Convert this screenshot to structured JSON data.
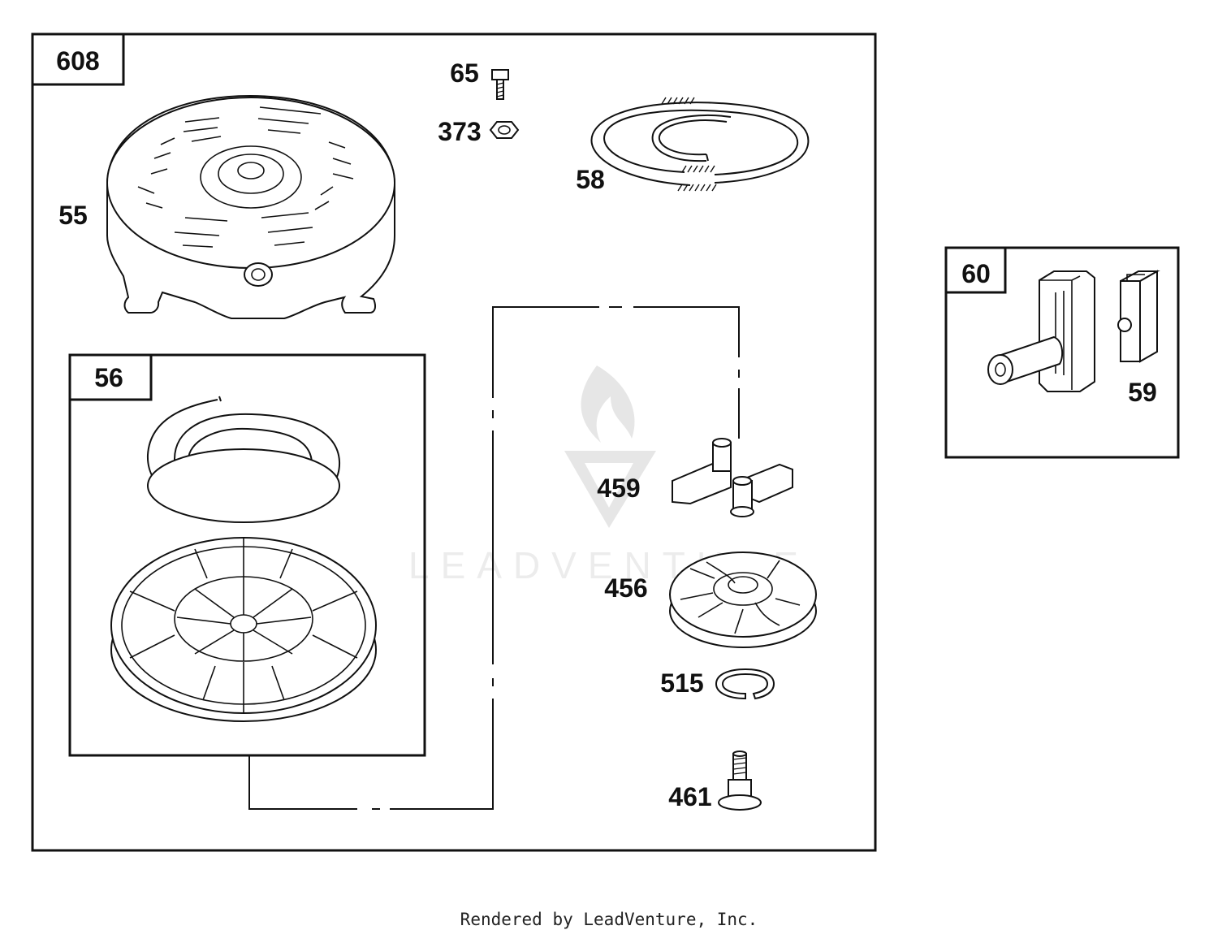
{
  "boxes": {
    "main": "608",
    "rewind_spring": "56",
    "handle": "60"
  },
  "parts": {
    "p55": "55",
    "p65": "65",
    "p373": "373",
    "p58": "58",
    "p459": "459",
    "p456": "456",
    "p515": "515",
    "p461": "461",
    "p59": "59"
  },
  "watermark": {
    "text": "LEADVENTURE"
  },
  "footer": {
    "text": "Rendered by LeadVenture, Inc."
  }
}
